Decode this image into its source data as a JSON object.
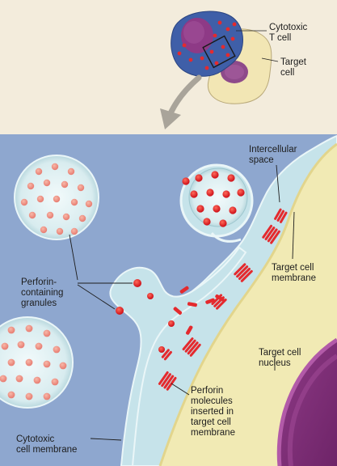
{
  "labels": {
    "cytotoxic_t_cell": [
      "Cytotoxic",
      "T cell"
    ],
    "target_cell": [
      "Target",
      "cell"
    ],
    "intercellular_space": [
      "Intercellular",
      "space"
    ],
    "target_cell_membrane": [
      "Target cell",
      "membrane"
    ],
    "perforin_granules": [
      "Perforin-",
      "containing",
      "granules"
    ],
    "target_cell_nucleus": [
      "Target cell",
      "nucleus"
    ],
    "perforin_molecules": [
      "Perforin",
      "molecules",
      "inserted in",
      "target cell",
      "membrane"
    ],
    "cytotoxic_membrane": [
      "Cytotoxic",
      "cell membrane"
    ]
  },
  "colors": {
    "page_background": "#f3ecdc",
    "cytoplasm": "#8fa8cf",
    "target_cell": "#f2eab0",
    "nucleus": "#7e2f78",
    "granule": "#ddeef0",
    "perforin": "#e42a2e",
    "intercellular_space": "#c7e4ea"
  }
}
